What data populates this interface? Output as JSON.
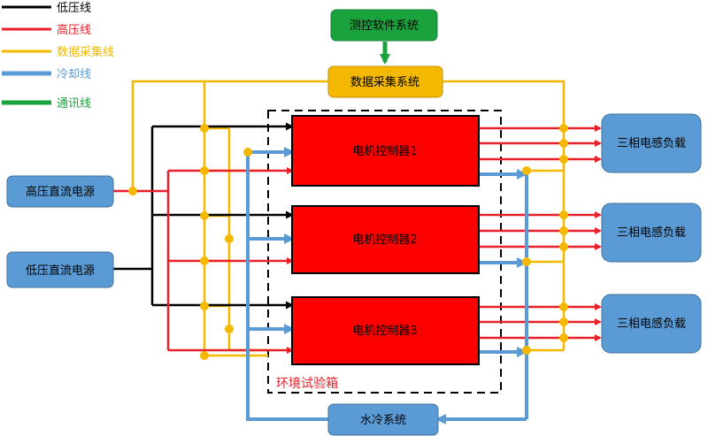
{
  "legend": [
    {
      "label": "低压线",
      "color": "#000000"
    },
    {
      "label": "高压线",
      "color": "#e8202a"
    },
    {
      "label": "数据采集线",
      "color": "#f5b800"
    },
    {
      "label": "冷却线",
      "color": "#5b9bd5"
    },
    {
      "label": "通讯线",
      "color": "#1aa33c"
    }
  ],
  "nodes": {
    "software": "测控软件系统",
    "daq": "数据采集系统",
    "hv_supply": "高压直流电源",
    "lv_supply": "低压直流电源",
    "controller_1": "电机控制器1",
    "controller_2": "电机控制器2",
    "controller_3": "电机控制器3",
    "load_1": "三相电感负载",
    "load_2": "三相电感负载",
    "load_3": "三相电感负载",
    "cooling": "水冷系统"
  },
  "chamber_label": "环境试验箱",
  "colors": {
    "box_blue": "#5b9bd5",
    "controller_red": "#ff0000",
    "daq_yellow": "#f5b800",
    "software_green": "#1aa33c",
    "junction": "#f5b800"
  }
}
